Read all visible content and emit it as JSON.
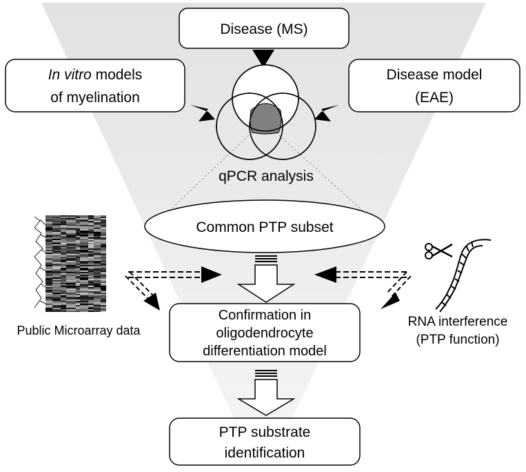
{
  "boxes": {
    "disease": "Disease (MS)",
    "invitro_line1_italic": "In vitro",
    "invitro_line1_rest": " models",
    "invitro_line2": "of myelination",
    "disease_model_line1": "Disease model",
    "disease_model_line2": "(EAE)",
    "confirmation_line1": "Confirmation in",
    "confirmation_line2": "oligodendrocyte",
    "confirmation_line3": "differentiation model",
    "substrate_line1": "PTP substrate",
    "substrate_line2": "identification"
  },
  "labels": {
    "qpcr": "qPCR analysis",
    "common_subset": "Common PTP subset",
    "microarray": "Public Microarray data",
    "rnai_line1": "RNA interference",
    "rnai_line2": "(PTP function)"
  },
  "colors": {
    "funnel": "#e8e8e8",
    "venn_overlap": "#808080",
    "stroke": "#000000"
  },
  "icons": [
    "microarray-heatmap-icon",
    "scissors-icon",
    "rna-strand-icon"
  ]
}
